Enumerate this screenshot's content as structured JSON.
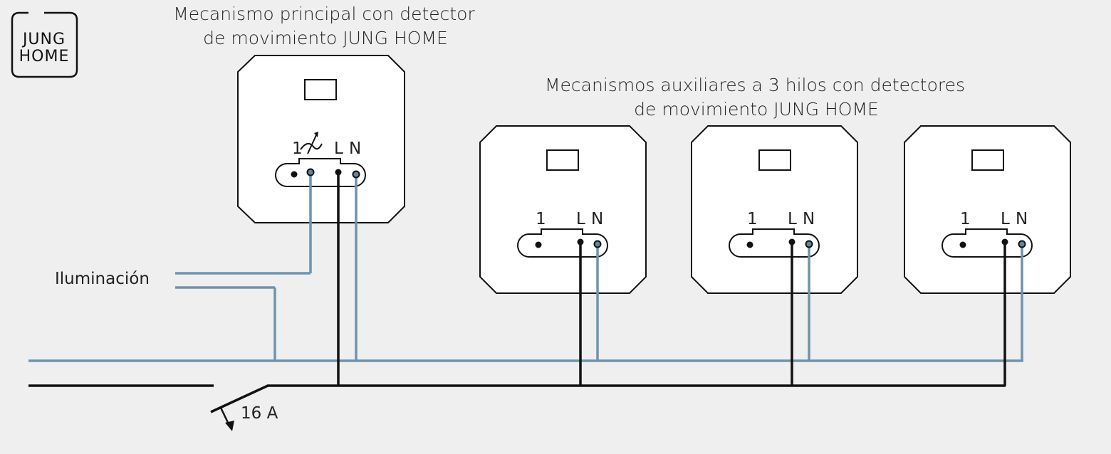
{
  "colors": {
    "background": "#efefef",
    "neutral_wire": "#6f93ad",
    "line_wire": "#111111",
    "device_fill": "#ffffff"
  },
  "logo": {
    "line1": "JUNG",
    "line2": "HOME"
  },
  "main_device": {
    "title_line1": "Mecanismo principal con detector",
    "title_line2": "de movimiento JUNG HOME",
    "terminal_1": "1",
    "terminal_l": "L",
    "terminal_n": "N"
  },
  "aux_devices": {
    "title_line1": "Mecanismos auxiliares a 3 hilos con detectores",
    "title_line2": "de movimiento JUNG HOME",
    "units": [
      {
        "terminal_1": "1",
        "terminal_l": "L",
        "terminal_n": "N"
      },
      {
        "terminal_1": "1",
        "terminal_l": "L",
        "terminal_n": "N"
      },
      {
        "terminal_1": "1",
        "terminal_l": "L",
        "terminal_n": "N"
      }
    ]
  },
  "load_label": "Iluminación",
  "breaker_label": "16 A",
  "icons": {
    "main_terminal_symbol": "arrow-symbol-icon",
    "breaker_symbol": "circuit-breaker-icon"
  }
}
